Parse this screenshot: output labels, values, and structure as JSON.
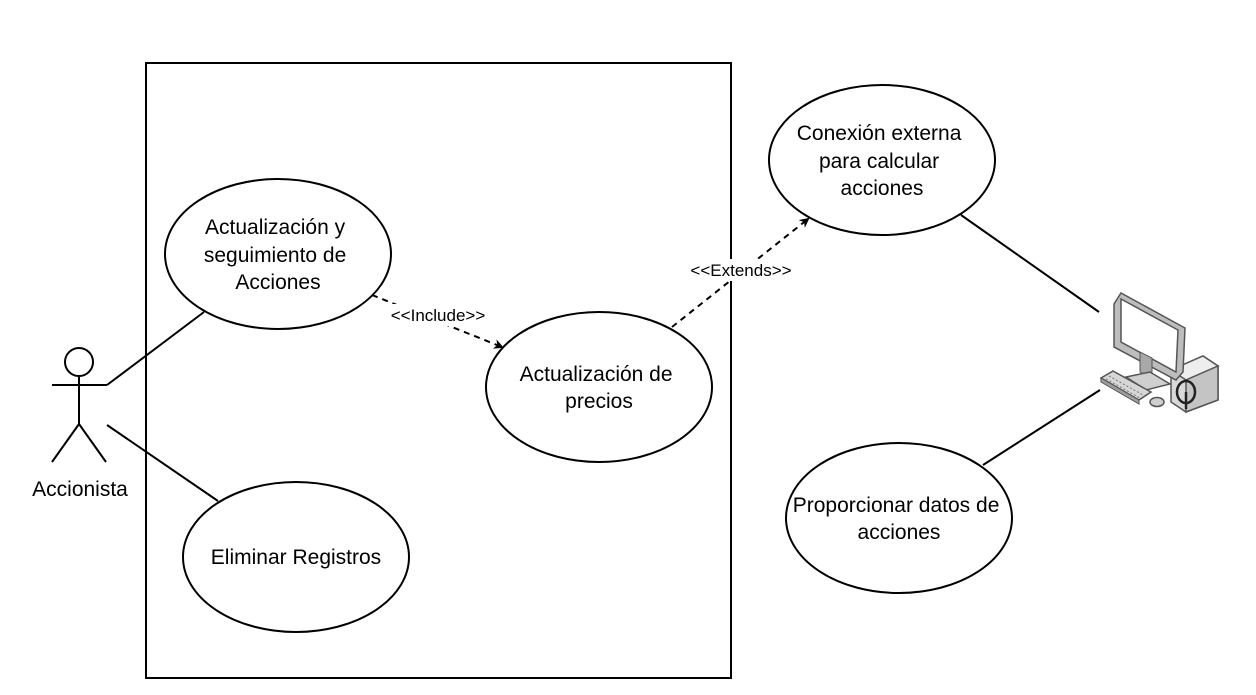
{
  "diagram": {
    "actor": {
      "name": "Accionista"
    },
    "use_cases": {
      "seguimiento": {
        "lines": [
          "Actualización y",
          "seguimiento de",
          "Acciones"
        ]
      },
      "precios": {
        "lines": [
          "Actualización de",
          "precios"
        ]
      },
      "eliminar": {
        "lines": [
          "Eliminar Registros"
        ]
      },
      "conexion": {
        "lines": [
          "Conexión externa",
          "para calcular",
          "acciones"
        ]
      },
      "proporcionar": {
        "lines": [
          "Proporcionar datos de",
          "acciones"
        ]
      }
    },
    "relations": {
      "include": "<<Include>>",
      "extends": "<<Extends>>"
    },
    "external_system": {
      "icon": "computer-icon"
    }
  }
}
